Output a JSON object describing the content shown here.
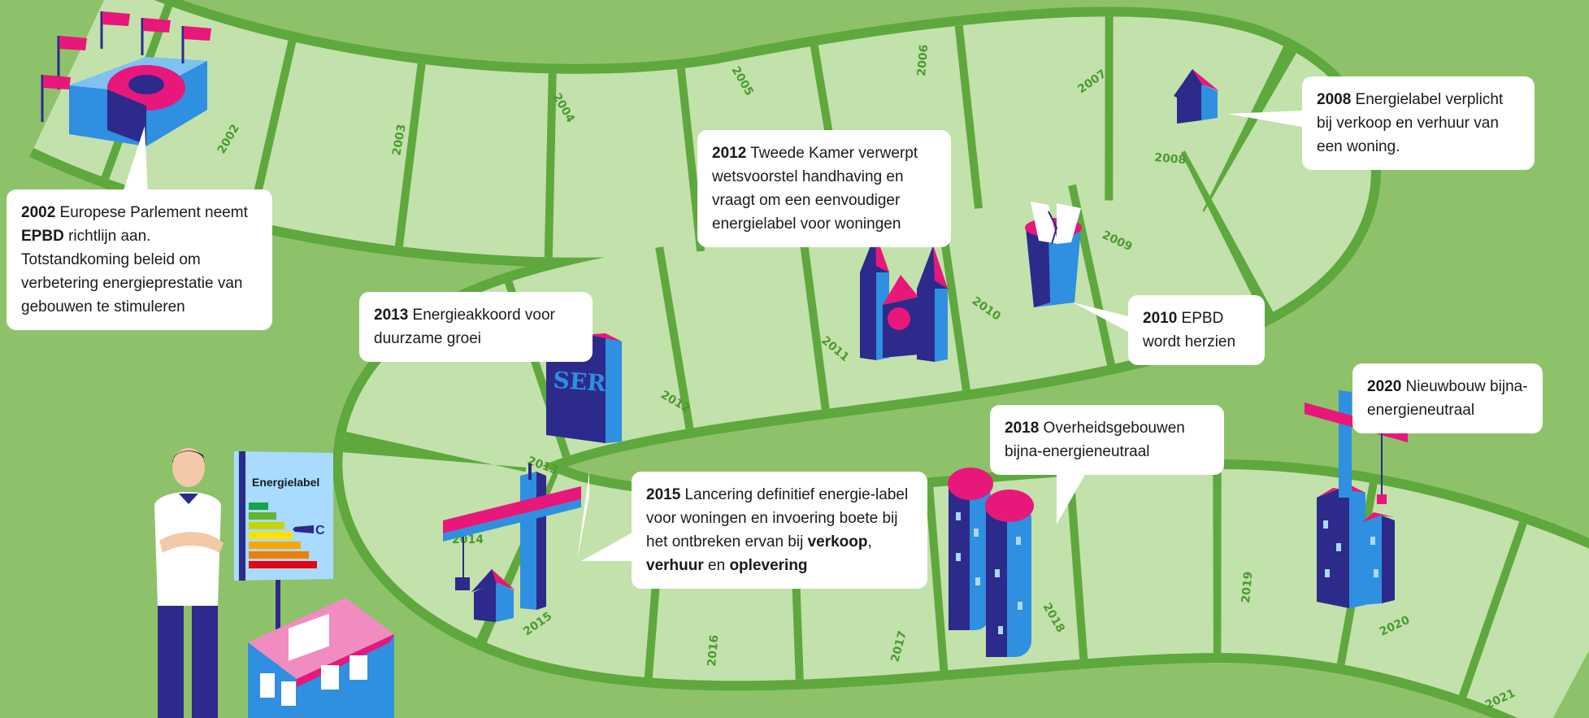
{
  "colors": {
    "background": "#8dc26b",
    "path_tile": "#c3e1ab",
    "path_border": "#5ea83e",
    "building_blue": "#2f8fe0",
    "building_navy": "#2c2a8a",
    "accent_pink": "#e8177a"
  },
  "years": [
    "2002",
    "2003",
    "2004",
    "2005",
    "2006",
    "2007",
    "2008",
    "2009",
    "2010",
    "2011",
    "2012",
    "2013",
    "2014",
    "2015",
    "2016",
    "2017",
    "2018",
    "2019",
    "2020",
    "2021"
  ],
  "callouts": [
    {
      "year": "2002",
      "parts": [
        {
          "t": " Europese Parlement neemt "
        },
        {
          "b": "EPBD"
        },
        {
          "t": " richtlijn aan. Totstandkoming beleid om verbetering energieprestatie van gebouwen te stimuleren"
        }
      ]
    },
    {
      "year": "2008",
      "parts": [
        {
          "t": " Energielabel verplicht bij verkoop en verhuur van een woning."
        }
      ]
    },
    {
      "year": "2010",
      "parts": [
        {
          "t": " EPBD wordt herzien"
        }
      ]
    },
    {
      "year": "2012",
      "parts": [
        {
          "t": " Tweede Kamer verwerpt wetsvoorstel handhaving en vraagt om een eenvoudiger energielabel voor woningen"
        }
      ]
    },
    {
      "year": "2013",
      "parts": [
        {
          "t": " Energieakkoord voor duurzame groei"
        }
      ]
    },
    {
      "year": "2015",
      "parts": [
        {
          "t": " Lancering definitief energie-label voor woningen en invoering boete bij het ontbreken ervan bij "
        },
        {
          "b": "verkoop"
        },
        {
          "t": ", "
        },
        {
          "b": "verhuur"
        },
        {
          "t": " en "
        },
        {
          "b": "oplevering"
        }
      ]
    },
    {
      "year": "2018",
      "parts": [
        {
          "t": " Overheidsgebouwen bijna-energieneutraal"
        }
      ]
    },
    {
      "year": "2020",
      "parts": [
        {
          "t": " Nieuwbouw bijna-energieneutraal"
        }
      ]
    }
  ],
  "book_text": "SER",
  "energielabel": {
    "title": "Energielabel",
    "rating": "C"
  }
}
